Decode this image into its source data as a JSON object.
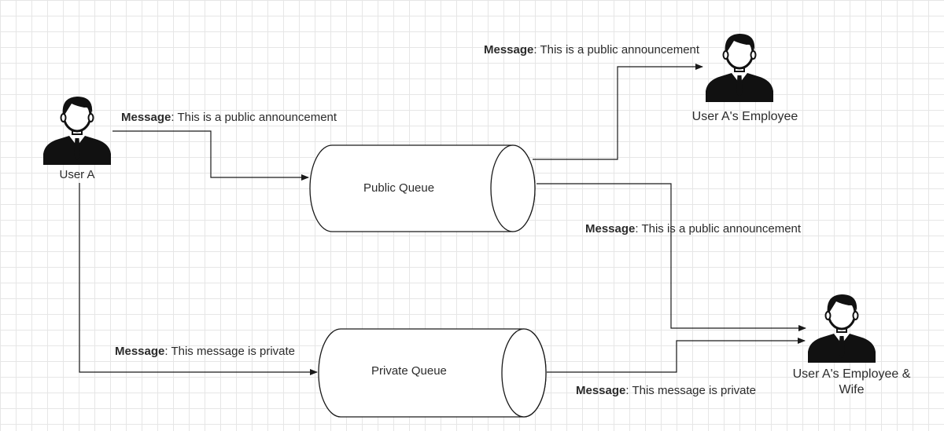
{
  "actors": {
    "user_a": {
      "name": "User A",
      "icon": "businessman-icon"
    },
    "employee": {
      "name": "User A's Employee",
      "icon": "businessman-icon"
    },
    "employee_wife": {
      "name": "User A's Employee & Wife",
      "icon": "businessman-icon"
    }
  },
  "queues": {
    "public": {
      "name": "Public Queue"
    },
    "private": {
      "name": "Private Queue"
    }
  },
  "messages": {
    "prefix": "Message",
    "separator": ":",
    "public_text": " This is a public announcement",
    "private_text": " This message is private"
  },
  "colors": {
    "stroke": "#1a1a1a",
    "text": "#2b2b2b",
    "grid": "#e6e6e6"
  }
}
